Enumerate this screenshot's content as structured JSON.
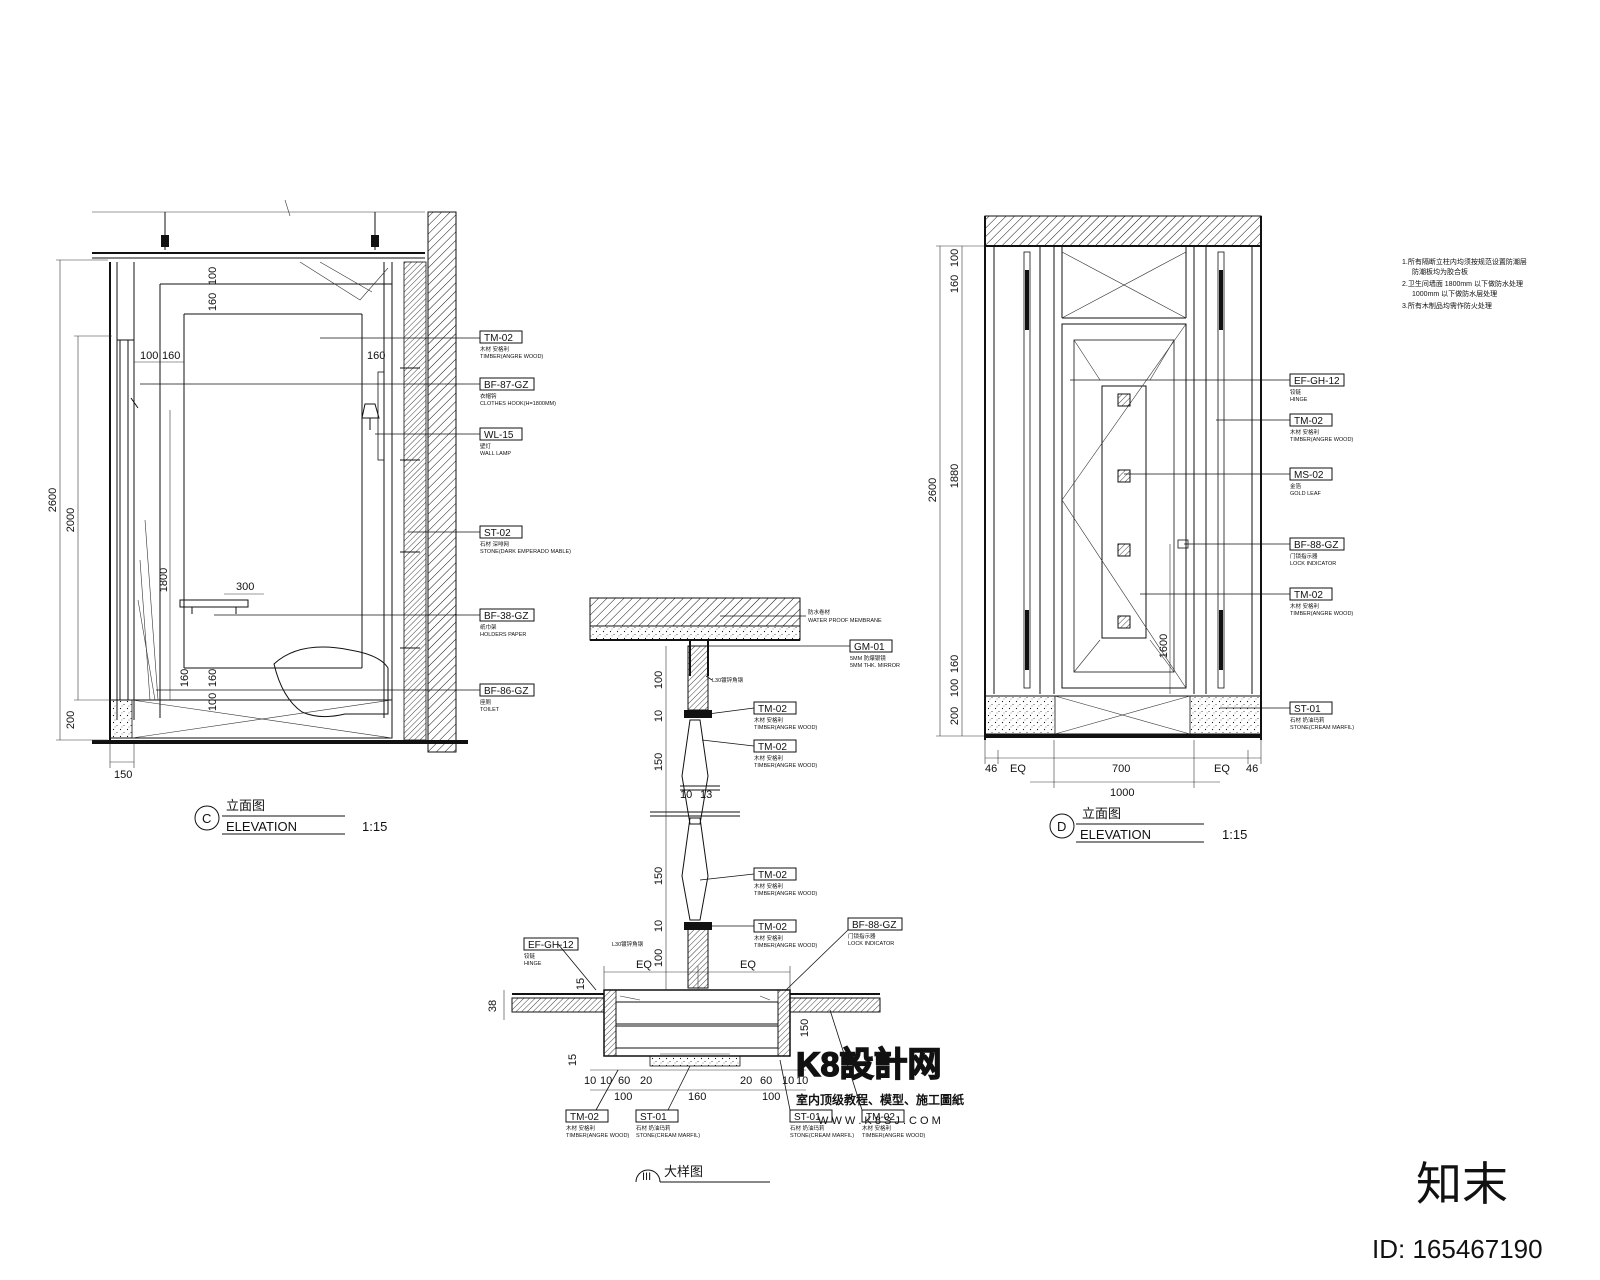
{
  "elevation_c": {
    "callouts": [
      {
        "code": "TM-02",
        "zh": "木材 安格利",
        "en": "TIMBER(ANGRE WOOD)"
      },
      {
        "code": "BF-87-GZ",
        "zh": "衣帽钩",
        "en": "CLOTHES HOOK(H=1800MM)"
      },
      {
        "code": "WL-15",
        "zh": "壁灯",
        "en": "WALL LAMP"
      },
      {
        "code": "ST-02",
        "zh": "石材 深啡网",
        "en": "STONE(DARK EMPERADO MABLE)"
      },
      {
        "code": "BF-38-GZ",
        "zh": "纸巾架",
        "en": "HOLDERS PAPER"
      },
      {
        "code": "BF-86-GZ",
        "zh": "座厕",
        "en": "TOILET"
      }
    ],
    "dims": {
      "total_h": "2600",
      "h2000": "2000",
      "h1800": "1800",
      "h200": "200",
      "w150": "150",
      "top100": "100",
      "top160": "160",
      "l100": "100",
      "l160": "160",
      "r160": "160",
      "w300": "300",
      "b160": "160",
      "b100": "100"
    },
    "title": {
      "letter": "C",
      "zh": "立面图",
      "en": "ELEVATION",
      "scale": "1:15"
    }
  },
  "elevation_d": {
    "notes": [
      "1.所有隔断立柱内均须按规范设置防潮层",
      "防潮板均为胶合板",
      "2.卫生间墙面 1800mm 以下做防水处理",
      "1000mm 以下做防水层处理",
      "3.所有木制品均需作防火处理"
    ],
    "callouts": [
      {
        "code": "EF-GH-12",
        "zh": "铰链",
        "en": "HINGE"
      },
      {
        "code": "TM-02",
        "zh": "木材 安格利",
        "en": "TIMBER(ANGRE WOOD)"
      },
      {
        "code": "MS-02",
        "zh": "金箔",
        "en": "GOLD LEAF"
      },
      {
        "code": "BF-88-GZ",
        "zh": "门锁指示器",
        "en": "LOCK INDICATOR"
      },
      {
        "code": "TM-02",
        "zh": "木材 安格利",
        "en": "TIMBER(ANGRE WOOD)"
      },
      {
        "code": "ST-01",
        "zh": "石材 奶油玛莉",
        "en": "STONE(CREAM MARFIL)"
      }
    ],
    "dims": {
      "total_h": "2600",
      "h100": "100",
      "h160": "160",
      "h1880": "1880",
      "hb160": "160",
      "hb100": "100",
      "hb200": "200",
      "w46a": "46",
      "eqa": "EQ",
      "w700": "700",
      "eqb": "EQ",
      "w46b": "46",
      "w1000": "1000",
      "h1600": "1600"
    },
    "title": {
      "letter": "D",
      "zh": "立面图",
      "en": "ELEVATION",
      "scale": "1:15"
    }
  },
  "detail": {
    "notes": [
      {
        "zh": "防水卷材",
        "en": "WATER PROOF MEMBRANE"
      },
      {
        "zh": "L30镀锌角钢",
        "en": ""
      },
      {
        "zh": "L30镀锌角钢",
        "en": ""
      }
    ],
    "callouts": [
      {
        "code": "GM-01",
        "zh": "5MM 防爆银镜",
        "en": "5MM THK. MIRROR"
      },
      {
        "code": "TM-02",
        "zh": "木材 安格利",
        "en": "TIMBER(ANGRE WOOD)"
      },
      {
        "code": "TM-02",
        "zh": "木材 安格利",
        "en": "TIMBER(ANGRE WOOD)"
      },
      {
        "code": "TM-02",
        "zh": "木材 安格利",
        "en": "TIMBER(ANGRE WOOD)"
      },
      {
        "code": "TM-02",
        "zh": "木材 安格利",
        "en": "TIMBER(ANGRE WOOD)"
      },
      {
        "code": "BF-88-GZ",
        "zh": "门锁指示器",
        "en": "LOCK INDICATOR"
      },
      {
        "code": "EF-GH-12",
        "zh": "铰链",
        "en": "HINGE"
      },
      {
        "code": "TM-02",
        "zh": "木材 安格利",
        "en": "TIMBER(ANGRE WOOD)"
      },
      {
        "code": "ST-01",
        "zh": "石材 奶油玛莉",
        "en": "STONE(CREAM MARFIL)"
      },
      {
        "code": "ST-01",
        "zh": "石材 奶油玛莉",
        "en": "STONE(CREAM MARFIL)"
      },
      {
        "code": "TM-02",
        "zh": "木材 安格利",
        "en": "TIMBER(ANGRE WOOD)"
      }
    ],
    "dims": {
      "v100a": "100",
      "v10a": "10",
      "v150a": "150",
      "v150b": "150",
      "v10b": "10",
      "v100b": "100",
      "eq1": "EQ",
      "eq2": "EQ",
      "v15": "15",
      "v38": "38",
      "v150c": "150",
      "v15b": "15",
      "b10a": "10",
      "b10b": "10",
      "b60a": "60",
      "b20a": "20",
      "b100a": "100",
      "b160": "160",
      "b20b": "20",
      "b60b": "60",
      "b10c": "10",
      "b10d": "10",
      "b100b": "100",
      "c10": "10",
      "c13": "13"
    },
    "title": {
      "num": "III",
      "zh": "大样图"
    }
  },
  "watermark": {
    "logo": "K8設計网",
    "sub": "室内顶级教程、模型、施工圖紙",
    "url": "W W W . K 8 S J . C O M"
  },
  "zhimo": {
    "brand": "知末",
    "id": "ID: 165467190"
  }
}
